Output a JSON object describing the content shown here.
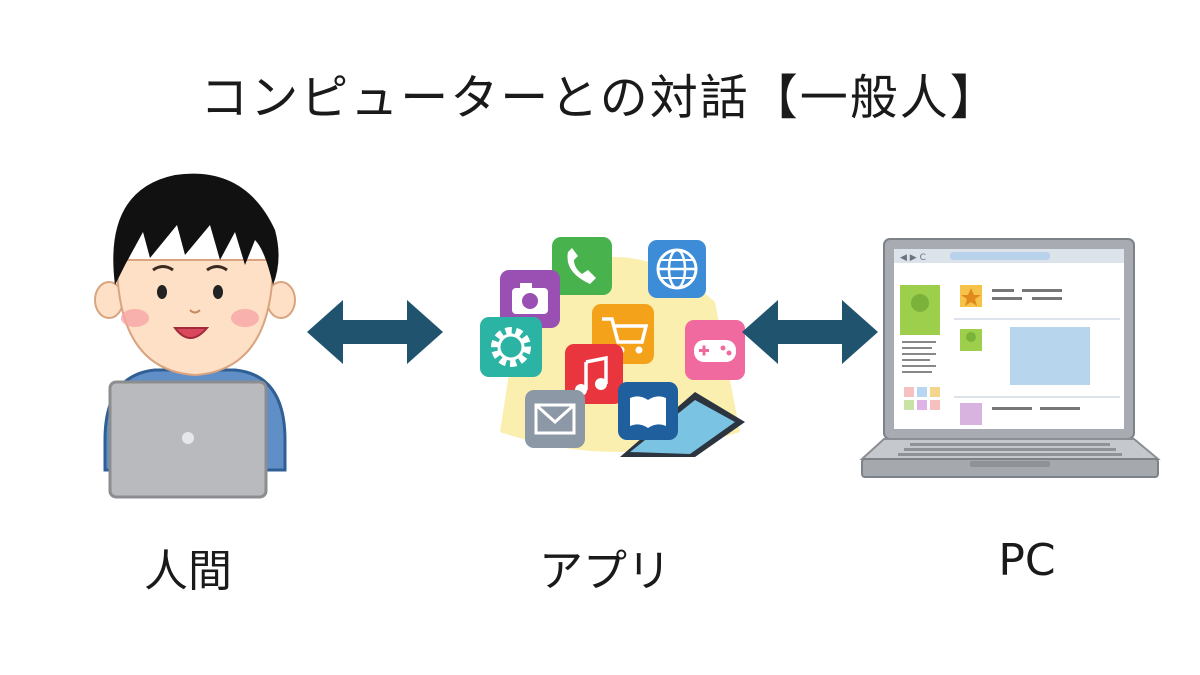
{
  "title": "コンピューターとの対話【一般人】",
  "nodes": {
    "human": {
      "label": "人間"
    },
    "app": {
      "label": "アプリ"
    },
    "pc": {
      "label": "PC"
    }
  },
  "colors": {
    "arrow": "#20536e",
    "hair": "#111111",
    "skin": "#fde0c6",
    "shirt": "#5f8fc6",
    "laptop_gray": "#b8babd"
  },
  "icons": [
    "camera-icon",
    "phone-icon",
    "globe-icon",
    "gear-icon",
    "cart-icon",
    "gamepad-icon",
    "music-icon",
    "mail-icon",
    "book-icon"
  ]
}
